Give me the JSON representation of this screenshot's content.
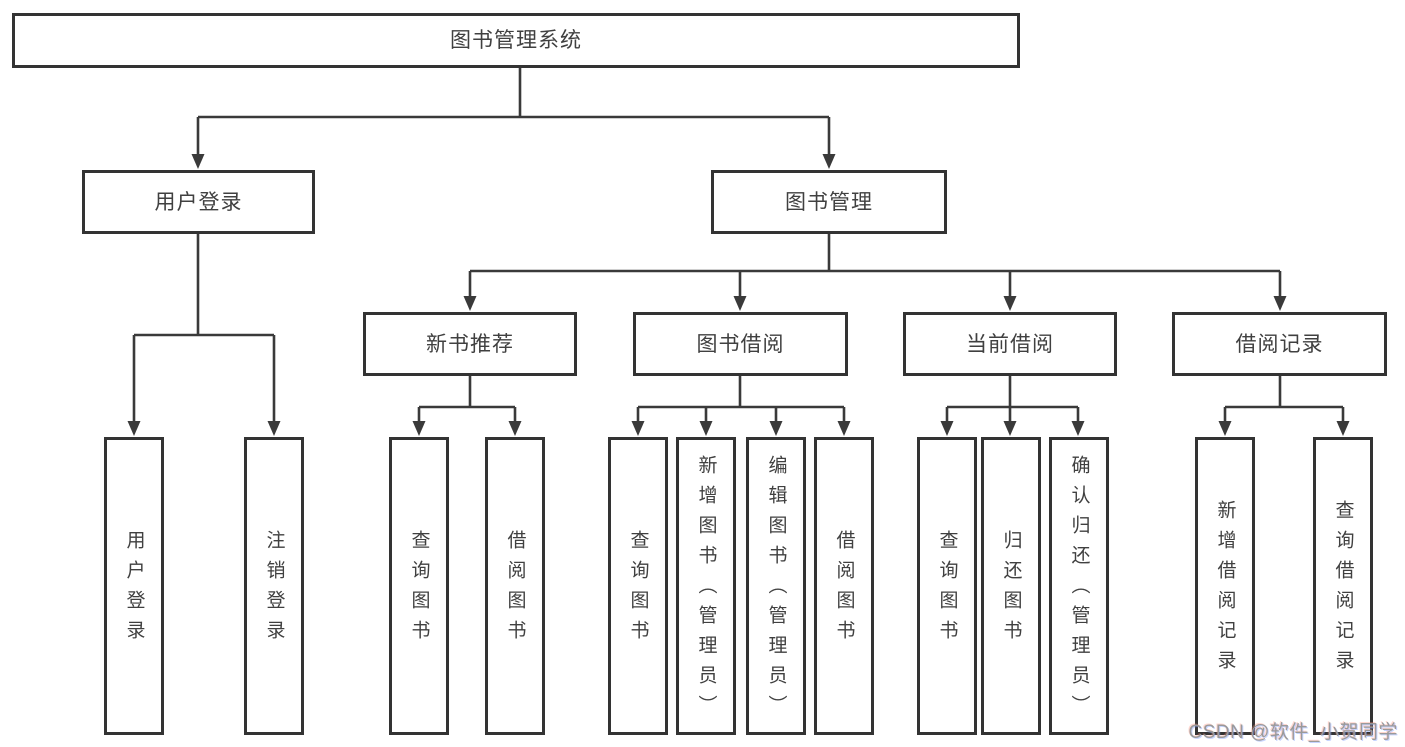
{
  "nodes": {
    "root": "图书管理系统",
    "user_login": "用户登录",
    "book_mgmt": "图书管理",
    "new_book_rec": "新书推荐",
    "book_borrow": "图书借阅",
    "current_borrow": "当前借阅",
    "borrow_record": "借阅记录",
    "leaf_user_login": "用户登录",
    "leaf_logout": "注销登录",
    "leaf_rec_query_book": "查询图书",
    "leaf_rec_borrow_book": "借阅图书",
    "leaf_bb_query_book": "查询图书",
    "leaf_bb_add_book": "新增图书（管理员）",
    "leaf_bb_edit_book": "编辑图书（管理员）",
    "leaf_bb_borrow_book": "借阅图书",
    "leaf_cb_query_book": "查询图书",
    "leaf_cb_return_book": "归还图书",
    "leaf_cb_confirm_return": "确认归还（管理员）",
    "leaf_br_add_record": "新增借阅记录",
    "leaf_br_query_record": "查询借阅记录"
  },
  "structure": [
    {
      "parent": "图书管理系统",
      "children": [
        "用户登录",
        "图书管理"
      ]
    },
    {
      "parent": "用户登录",
      "children": [
        "用户登录",
        "注销登录"
      ]
    },
    {
      "parent": "图书管理",
      "children": [
        "新书推荐",
        "图书借阅",
        "当前借阅",
        "借阅记录"
      ]
    },
    {
      "parent": "新书推荐",
      "children": [
        "查询图书",
        "借阅图书"
      ]
    },
    {
      "parent": "图书借阅",
      "children": [
        "查询图书",
        "新增图书（管理员）",
        "编辑图书（管理员）",
        "借阅图书"
      ]
    },
    {
      "parent": "当前借阅",
      "children": [
        "查询图书",
        "归还图书",
        "确认归还（管理员）"
      ]
    },
    {
      "parent": "借阅记录",
      "children": [
        "新增借阅记录",
        "查询借阅记录"
      ]
    }
  ],
  "watermark": "CSDN @软件_小贺同学",
  "colors": {
    "line": "#3a3a3a",
    "border": "#333333",
    "text": "#404040",
    "watermark": "#9a9a9a",
    "background": "#ffffff"
  }
}
